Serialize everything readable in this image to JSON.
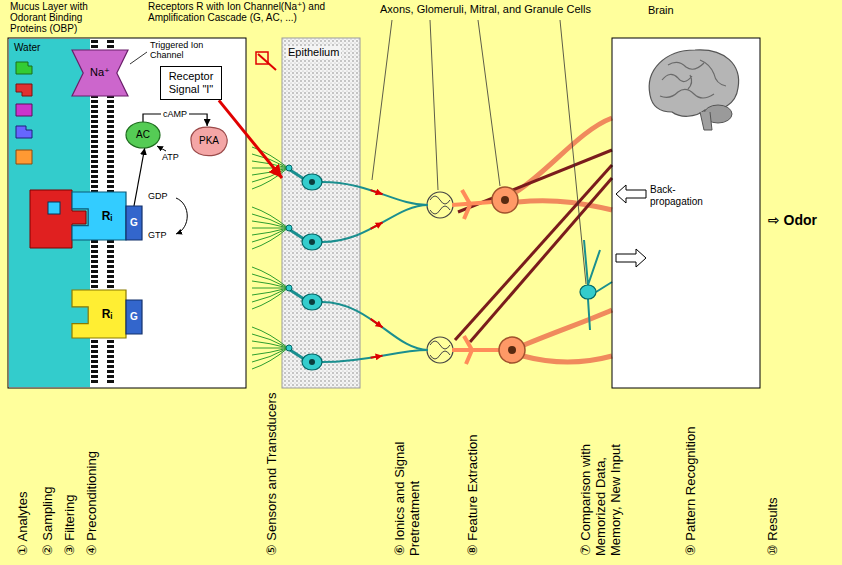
{
  "diagram": {
    "nodes": [
      {
        "text": [
          "Water"
        ]
      },
      {
        "text": [
          "Na⁺"
        ]
      },
      {
        "text": [
          "Receptor Signal \"I\""
        ]
      },
      {
        "text": [
          "AC"
        ]
      },
      {
        "text": [
          "PKA"
        ]
      },
      {
        "text": [
          "Rᵢ"
        ]
      },
      {
        "text": [
          "G"
        ]
      },
      {
        "text": [
          "Rᵢ"
        ]
      },
      {
        "text": [
          "G"
        ]
      },
      {
        "text": [
          "Epithelium"
        ]
      },
      {
        "text": [
          "Brain",
          "Back-propagation"
        ]
      }
    ],
    "edges": [
      {
        "from": 6,
        "to": 3,
        "arrow": "to"
      },
      {
        "from": 3,
        "to": 4,
        "label": "cAMP",
        "arrow": "to"
      },
      {
        "from": 2,
        "to": 9,
        "arrow": "to"
      }
    ],
    "labels": [
      "Mucus Layer with Odorant Binding Proteins (OBP)",
      "Receptors R with Ion Channel(Na⁺) and Amplification Cascade (G, AC, ...)",
      "Axons, Glomeruli, Mitral, and Granule Cells",
      "Triggered Ion Channel",
      "ATP",
      "GDP",
      "GTP",
      "⇨ Odor",
      "① Analytes",
      "② Sampling",
      "③ Filtering",
      "④ Preconditioning",
      "⑤ Sensors and Transducers",
      "⑥ Ionics and Signal Pretreatment",
      "⑧ Feature Extraction",
      "⑦ Comparison with Memorized Data, Memory, New Input",
      "⑨ Pattern Recognition",
      "⑩ Results"
    ]
  }
}
